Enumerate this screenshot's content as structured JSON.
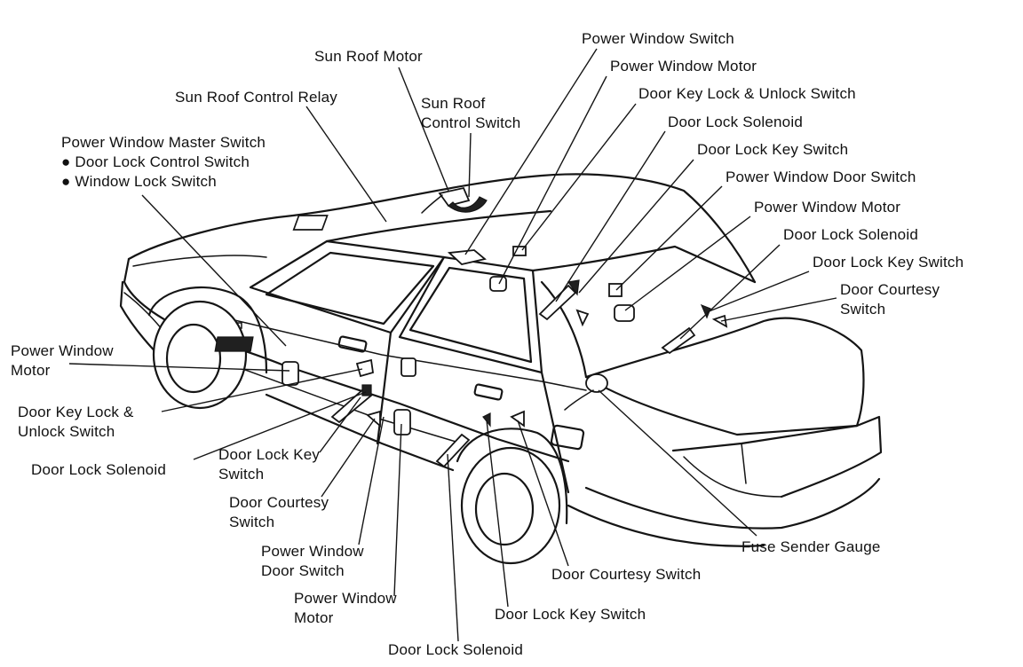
{
  "labels": {
    "power_window_switch_top": "Power Window Switch",
    "sun_roof_motor": "Sun Roof Motor",
    "power_window_motor_top": "Power Window Motor",
    "sun_roof_control_relay": "Sun Roof Control Relay",
    "sun_roof_control_switch": [
      "Sun Roof",
      "Control Switch"
    ],
    "door_key_lock_unlock_switch_top": "Door Key Lock & Unlock Switch",
    "door_lock_solenoid_top": "Door Lock Solenoid",
    "power_window_master_switch": [
      "Power Window Master Switch",
      "● Door Lock Control Switch",
      "● Window Lock Switch"
    ],
    "door_lock_key_switch_top": "Door Lock Key Switch",
    "power_window_door_switch_right": "Power Window Door Switch",
    "power_window_motor_right": "Power Window Motor",
    "door_lock_solenoid_right": "Door Lock Solenoid",
    "door_lock_key_switch_right": "Door Lock Key Switch",
    "door_courtesy_switch_right": [
      "Door Courtesy",
      "Switch"
    ],
    "power_window_motor_left": [
      "Power Window",
      "Motor"
    ],
    "door_key_lock_unlock_switch_left": [
      "Door Key Lock &",
      "Unlock Switch"
    ],
    "door_lock_solenoid_left": "Door Lock Solenoid",
    "door_lock_key_switch_front": [
      "Door Lock Key",
      "Switch"
    ],
    "door_courtesy_switch_front": [
      "Door Courtesy",
      "Switch"
    ],
    "power_window_door_switch_rear": [
      "Power Window",
      "Door Switch"
    ],
    "power_window_motor_rear": [
      "Power Window",
      "Motor"
    ],
    "door_lock_solenoid_rear": "Door Lock Solenoid",
    "door_lock_key_switch_rear": "Door Lock Key Switch",
    "door_courtesy_switch_rear": "Door Courtesy Switch",
    "fuse_sender_gauge": "Fuse Sender Gauge"
  }
}
